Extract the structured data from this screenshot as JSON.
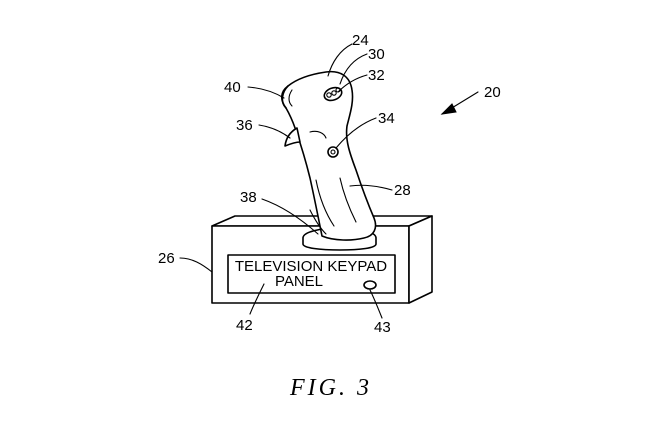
{
  "figure": {
    "caption": "FIG. 3",
    "panel_line1": "TELEVISION KEYPAD",
    "panel_line2": "PANEL",
    "refs": {
      "r20": "20",
      "r24": "24",
      "r26": "26",
      "r28": "28",
      "r30": "30",
      "r32": "32",
      "r34": "34",
      "r36": "36",
      "r38": "38",
      "r40": "40",
      "r42": "42",
      "r43": "43"
    }
  }
}
